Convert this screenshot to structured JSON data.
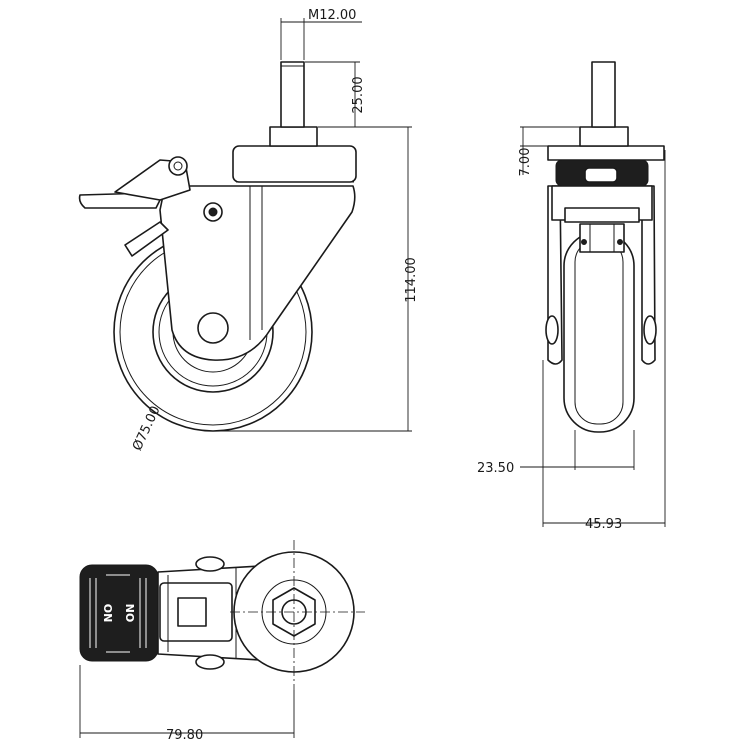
{
  "drawing": {
    "dimensions": {
      "thread": "M12.00",
      "stem_length": "25.00",
      "overall_height": "114.00",
      "wheel_diameter": "Ø75.00",
      "top_plate_height": "7.00",
      "wheel_width": "23.50",
      "overall_width": "45.93",
      "overall_length": "79.80"
    },
    "brake_pedal_label": "ON"
  }
}
